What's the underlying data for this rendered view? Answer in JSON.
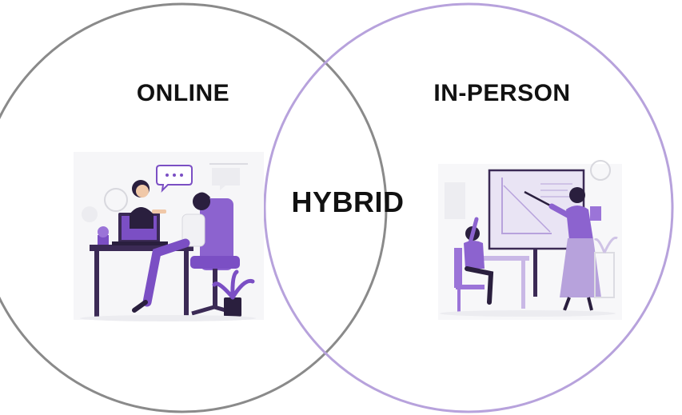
{
  "diagram": {
    "type": "venn",
    "sets": [
      {
        "label": "ONLINE",
        "color": "#8a8a8a"
      },
      {
        "label": "IN-PERSON",
        "color": "#b7a2dc"
      }
    ],
    "intersection_label": "HYBRID",
    "accent_color": "#7b4fc4",
    "illustrations": [
      {
        "icon": "online-tutoring-illustration"
      },
      {
        "icon": "classroom-teacher-illustration"
      }
    ]
  }
}
